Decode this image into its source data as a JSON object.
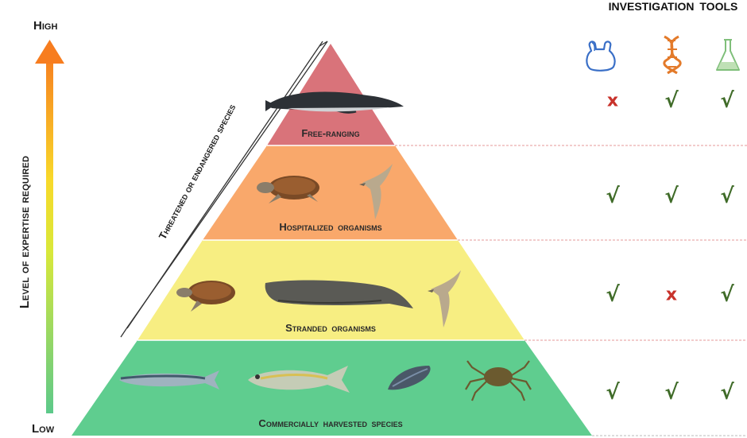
{
  "axis": {
    "title": "Level of expertise required",
    "high_label": "High",
    "low_label": "Low"
  },
  "tools": {
    "title": "INVESTIGATION TOOLS",
    "icons": [
      "plastic-bag-icon",
      "dna-icon",
      "flask-icon"
    ]
  },
  "side_label": "Threatened or endangered species",
  "tiers": [
    {
      "label": "Free-ranging",
      "color": "#d9737a",
      "organisms": [
        "whale-icon"
      ],
      "marks": [
        "x",
        "check",
        "check"
      ]
    },
    {
      "label": "Hospitalized organisms",
      "color": "#f9a86b",
      "organisms": [
        "turtle-icon",
        "bird-icon"
      ],
      "marks": [
        "check",
        "check",
        "check"
      ]
    },
    {
      "label": "Stranded organisms",
      "color": "#f7ee82",
      "organisms": [
        "turtle-icon",
        "sperm-whale-icon",
        "bird-icon"
      ],
      "marks": [
        "check",
        "x",
        "check"
      ]
    },
    {
      "label": "Commercially harvested species",
      "color": "#5fcd8f",
      "organisms": [
        "sardine-icon",
        "mackerel-icon",
        "mussel-icon",
        "crab-icon"
      ],
      "marks": [
        "check",
        "check",
        "check"
      ]
    }
  ],
  "symbols": {
    "check": "√",
    "x": "x"
  },
  "colors": {
    "arrow_top": "#f77d1f",
    "arrow_bottom": "#5cc98a",
    "check": "#3f6b28",
    "x": "#c8322b"
  }
}
